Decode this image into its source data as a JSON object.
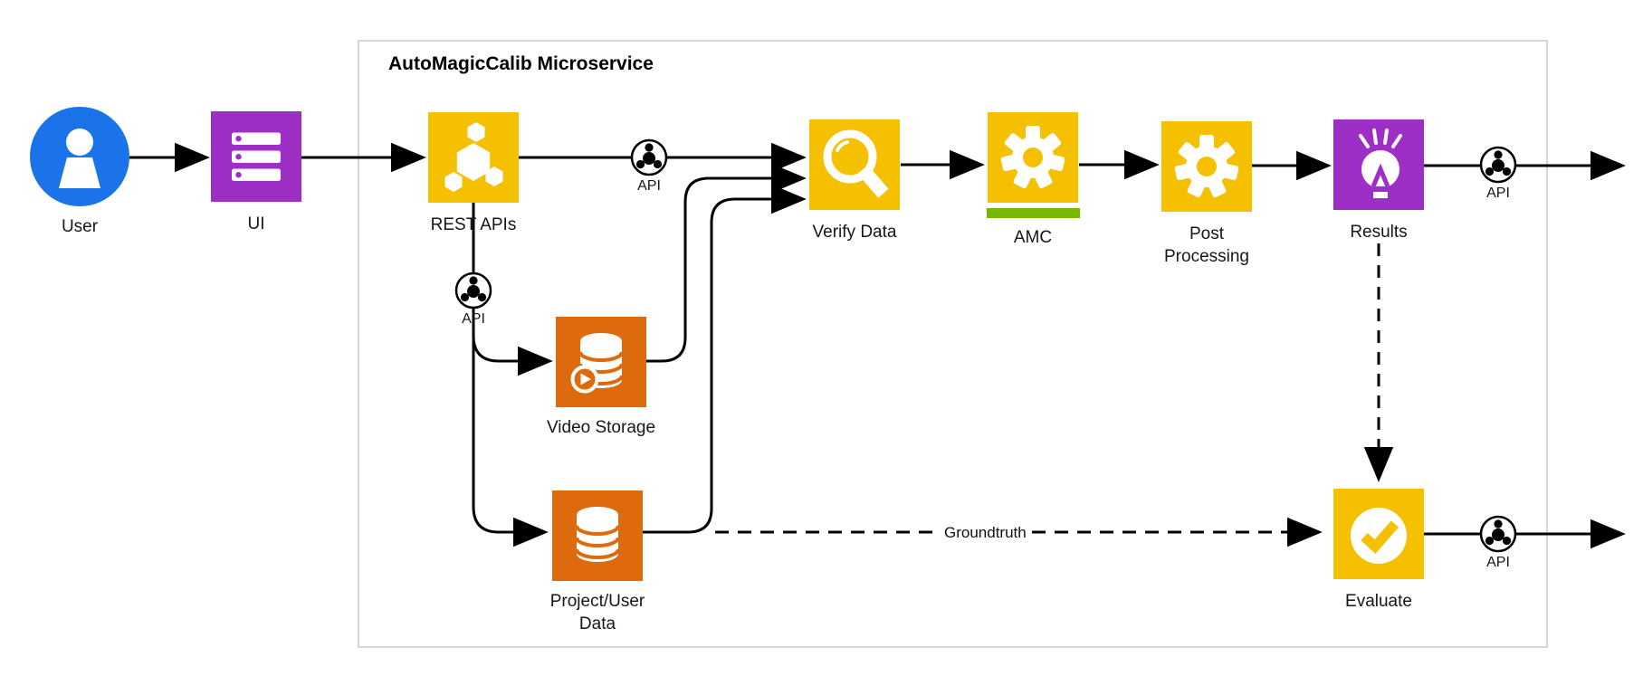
{
  "diagram": {
    "container_title": "AutoMagicCalib Microservice",
    "groundtruth_label": "Groundtruth",
    "colors": {
      "user_blue": "#1A73E8",
      "purple": "#9E2FC6",
      "yellow": "#F5C000",
      "orange": "#DD6B0D",
      "nvidia_green": "#76B900",
      "wire_black": "#000000",
      "box_border": "#D6D6D6"
    },
    "nodes": {
      "user": {
        "label": "User",
        "icon": "person-icon"
      },
      "ui": {
        "label": "UI",
        "icon": "server-stack-icon"
      },
      "rest_apis": {
        "label": "REST APIs",
        "icon": "hexagon-cluster-icon"
      },
      "api_top": {
        "label": "API",
        "icon": "api-service-icon"
      },
      "api_left": {
        "label": "API",
        "icon": "api-service-icon"
      },
      "verify_data": {
        "label": "Verify Data",
        "icon": "magnifier-icon"
      },
      "amc": {
        "label": "AMC",
        "icon": "gear-icon"
      },
      "post_processing": {
        "label": "Post",
        "label2": "Processing",
        "icon": "gear-icon"
      },
      "results": {
        "label": "Results",
        "icon": "lightbulb-icon"
      },
      "api_results": {
        "label": "API",
        "icon": "api-service-icon"
      },
      "video_storage": {
        "label": "Video Storage",
        "icon": "database-play-icon"
      },
      "project_user_data": {
        "label": "Project/User",
        "label2": "Data",
        "icon": "database-icon"
      },
      "evaluate": {
        "label": "Evaluate",
        "icon": "checkmark-icon"
      },
      "api_evaluate": {
        "label": "API",
        "icon": "api-service-icon"
      }
    },
    "edges": [
      {
        "from": "user",
        "to": "ui",
        "style": "solid-arrow"
      },
      {
        "from": "ui",
        "to": "rest_apis",
        "style": "solid-arrow"
      },
      {
        "from": "rest_apis",
        "to": "verify_data",
        "via": "api_top",
        "style": "solid-arrow"
      },
      {
        "from": "rest_apis",
        "to": "video_storage",
        "via": "api_left",
        "style": "solid-arrow"
      },
      {
        "from": "rest_apis",
        "to": "project_user_data",
        "via": "api_left",
        "style": "solid-arrow"
      },
      {
        "from": "video_storage",
        "to": "verify_data",
        "style": "solid-arrow"
      },
      {
        "from": "project_user_data",
        "to": "verify_data",
        "style": "solid-arrow"
      },
      {
        "from": "project_user_data",
        "to": "evaluate",
        "style": "dashed-arrow",
        "label": "Groundtruth"
      },
      {
        "from": "verify_data",
        "to": "amc",
        "style": "solid-arrow"
      },
      {
        "from": "amc",
        "to": "post_processing",
        "style": "solid-arrow"
      },
      {
        "from": "post_processing",
        "to": "results",
        "style": "solid-arrow"
      },
      {
        "from": "results",
        "to": "out-right",
        "via": "api_results",
        "style": "solid-arrow"
      },
      {
        "from": "results",
        "to": "evaluate",
        "style": "dashed-arrow"
      },
      {
        "from": "evaluate",
        "to": "out-right",
        "via": "api_evaluate",
        "style": "solid-arrow"
      }
    ]
  }
}
